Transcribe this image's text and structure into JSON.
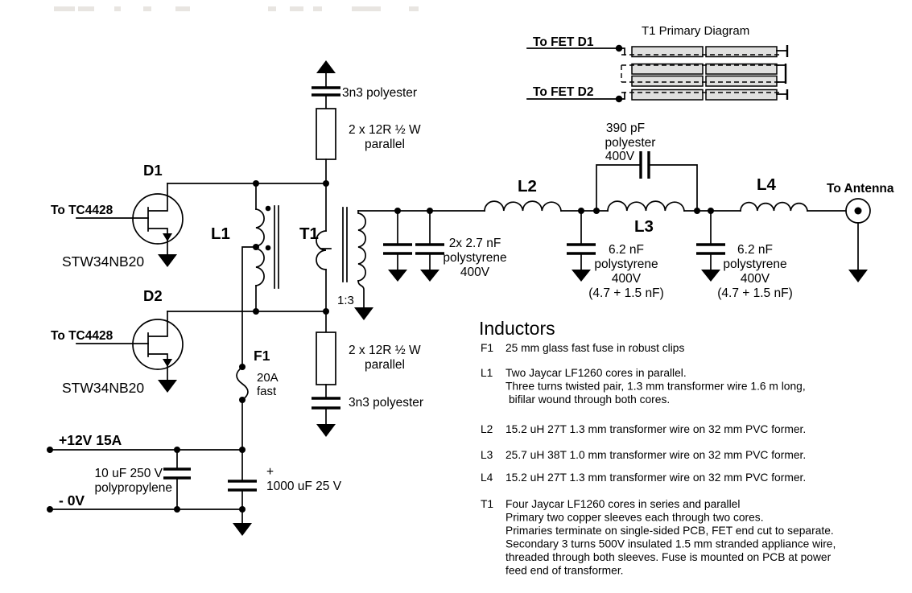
{
  "schematic": {
    "d1": {
      "label": "D1",
      "gate": "To TC4428",
      "part": "STW34NB20"
    },
    "d2": {
      "label": "D2",
      "gate": "To TC4428",
      "part": "STW34NB20"
    },
    "l1": {
      "label": "L1"
    },
    "t1": {
      "label": "T1",
      "ratio": "1:3"
    },
    "f1": {
      "label": "F1",
      "rating": "20A",
      "speed": "fast"
    },
    "snubber_top": {
      "cap": "3n3 polyester",
      "res_line1": "2 x 12R ½ W",
      "res_line2": "parallel"
    },
    "snubber_bottom": {
      "res_line1": "2 x 12R ½ W",
      "res_line2": "parallel",
      "cap": "3n3 polyester"
    },
    "sec_shunt_caps": {
      "line1": "2x 2.7 nF",
      "line2": "polystyrene",
      "line3": "400V"
    },
    "bridge_cap": {
      "line1": "390 pF",
      "line2": "polyester",
      "line3": "400V"
    },
    "shunt_cap_1": {
      "line1": "6.2 nF",
      "line2": "polystyrene",
      "line3": "400V",
      "line4": "(4.7 + 1.5 nF)"
    },
    "shunt_cap_2": {
      "line1": "6.2 nF",
      "line2": "polystyrene",
      "line3": "400V",
      "line4": "(4.7 + 1.5 nF)"
    },
    "l2": {
      "label": "L2"
    },
    "l3": {
      "label": "L3"
    },
    "l4": {
      "label": "L4"
    },
    "antenna": {
      "label": "To Antenna"
    },
    "power": {
      "pos_rail": "+12V 15A",
      "neg_rail": "- 0V",
      "cap1_line1": "10 uF 250 V",
      "cap1_line2": "polypropylene",
      "cap2_polarity": "+",
      "cap2_value": "1000 uF 25 V"
    }
  },
  "t1_primary_diagram": {
    "title": "T1 Primary Diagram",
    "to_fet_d1": "To FET D1",
    "to_fet_d2": "To FET D2"
  },
  "notes": {
    "heading": "Inductors",
    "items": [
      {
        "ref": "F1",
        "lines": [
          "25 mm glass fast fuse in robust clips"
        ]
      },
      {
        "ref": "L1",
        "lines": [
          "Two Jaycar LF1260 cores in parallel.",
          "Three turns twisted pair, 1.3 mm transformer wire 1.6 m long,",
          "bifilar wound through both cores."
        ]
      },
      {
        "ref": "L2",
        "lines": [
          "15.2 uH 27T 1.3 mm transformer wire on 32 mm PVC former."
        ]
      },
      {
        "ref": "L3",
        "lines": [
          "25.7 uH 38T 1.0 mm transformer wire on 32 mm PVC former."
        ]
      },
      {
        "ref": "L4",
        "lines": [
          "15.2 uH 27T 1.3 mm transformer wire on 32 mm PVC former."
        ]
      },
      {
        "ref": "T1",
        "lines": [
          "Four Jaycar LF1260 cores in series and parallel",
          "Primary two copper sleeves each through two cores.",
          "Primaries terminate on single-sided PCB, FET end cut to separate.",
          "Secondary 3 turns 500V insulated 1.5 mm stranded appliance wire,",
          "threaded through both sleeves. Fuse is mounted on PCB at power",
          "feed end of transformer."
        ]
      }
    ]
  },
  "colors": {
    "ink": "#000000",
    "sleeve_fill": "#e0e0df",
    "background": "#ffffff",
    "fragment": "#e8e5e1"
  }
}
